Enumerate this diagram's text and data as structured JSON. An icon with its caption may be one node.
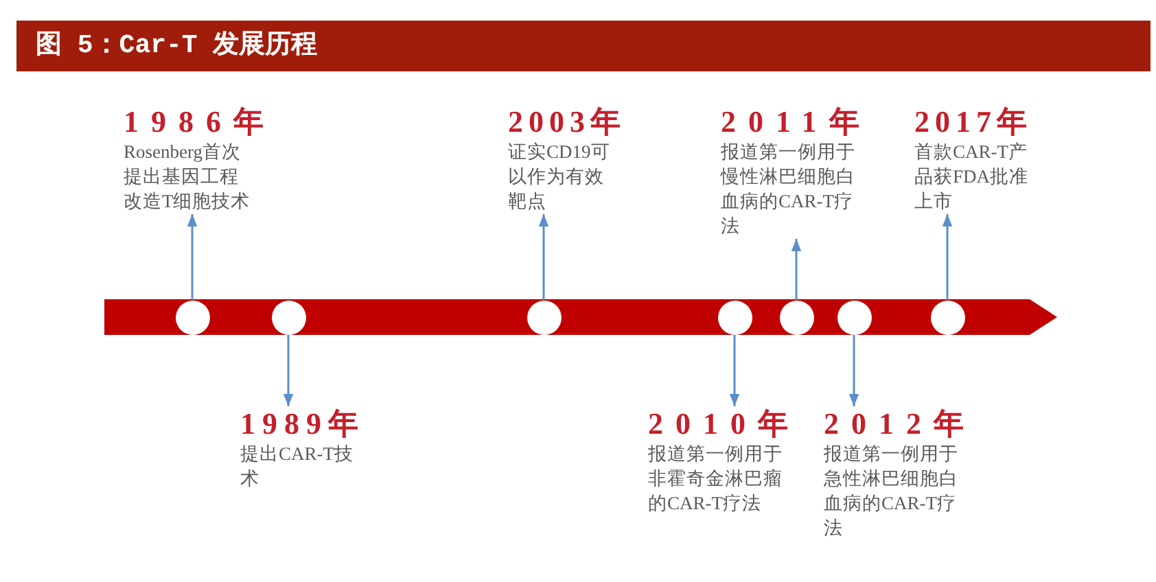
{
  "diagram": {
    "title": "图 5：Car-T 发展历程",
    "nodes": [
      {
        "text": [
          "1986年",
          "Rosenberg首次提出基因工程改造T细胞技术"
        ]
      },
      {
        "text": [
          "2003年",
          "证实CD19可以作为有效靶点"
        ]
      },
      {
        "text": [
          "2011年",
          "报道第一例用于慢性淋巴细胞白血病的CAR-T疗法"
        ]
      },
      {
        "text": [
          "2017年",
          "首款CAR-T产品获FDA批准上市"
        ]
      },
      {
        "text": [],
        "shape": "circle"
      },
      {
        "text": [],
        "shape": "circle"
      },
      {
        "text": [],
        "shape": "circle"
      },
      {
        "text": [],
        "shape": "circle"
      },
      {
        "text": [],
        "shape": "circle"
      },
      {
        "text": [],
        "shape": "circle"
      },
      {
        "text": [],
        "shape": "circle"
      },
      {
        "text": [
          "1989年",
          "提出CAR-T技术"
        ]
      },
      {
        "text": [
          "2010年",
          "报道第一例用于非霍奇金淋巴瘤的CAR-T疗法"
        ]
      },
      {
        "text": [
          "2012年",
          "报道第一例用于急性淋巴细胞白血病的CAR-T疗法"
        ]
      }
    ],
    "edges": [
      {
        "from": 4,
        "to": 0,
        "arrow": "to"
      },
      {
        "from": 5,
        "to": 11,
        "arrow": "to"
      },
      {
        "from": 6,
        "to": 1,
        "arrow": "to"
      },
      {
        "from": 7,
        "to": 12,
        "arrow": "to"
      },
      {
        "from": 8,
        "to": 2,
        "arrow": "to"
      },
      {
        "from": 9,
        "to": 13,
        "arrow": "to"
      },
      {
        "from": 10,
        "to": 3,
        "arrow": "to"
      }
    ]
  }
}
